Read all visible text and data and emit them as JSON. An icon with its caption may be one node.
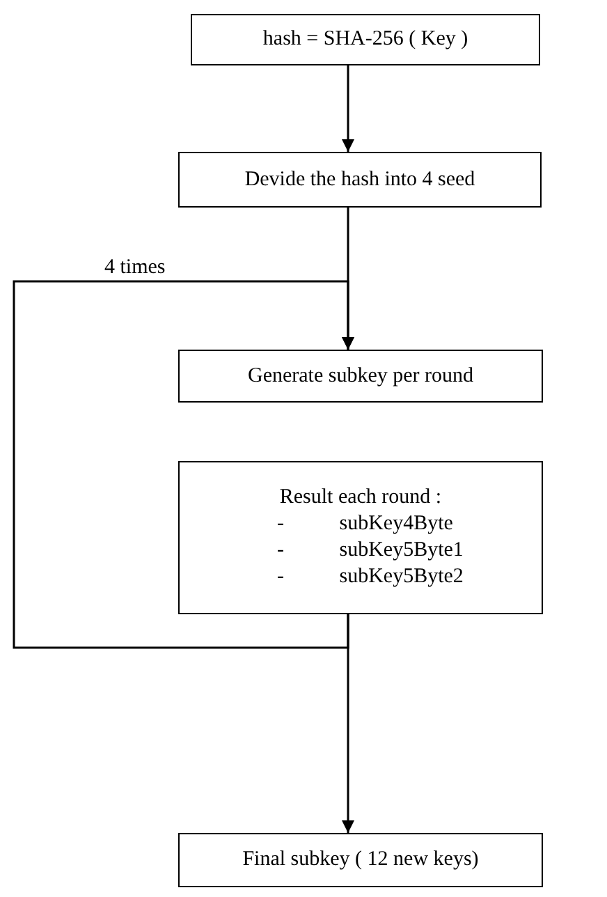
{
  "diagram": {
    "nodes": [
      {
        "text": [
          "hash = SHA-256 ( Key )"
        ]
      },
      {
        "text": [
          "Devide the hash into 4 seed"
        ]
      },
      {
        "text": [
          "Generate subkey per round"
        ]
      },
      {
        "text": [
          "Result each round :",
          "- subKey4Byte",
          "- subKey5Byte1",
          "- subKey5Byte2"
        ]
      },
      {
        "text": [
          "Final subkey ( 12 new keys)"
        ]
      }
    ],
    "edges": [
      {
        "from": 0,
        "to": 1,
        "arrow": "to"
      },
      {
        "from": 1,
        "to": 2,
        "arrow": "to"
      },
      {
        "from": 3,
        "to": 2,
        "arrow": "to",
        "label": "4 times"
      },
      {
        "from": 3,
        "to": 4,
        "arrow": "to"
      }
    ]
  }
}
